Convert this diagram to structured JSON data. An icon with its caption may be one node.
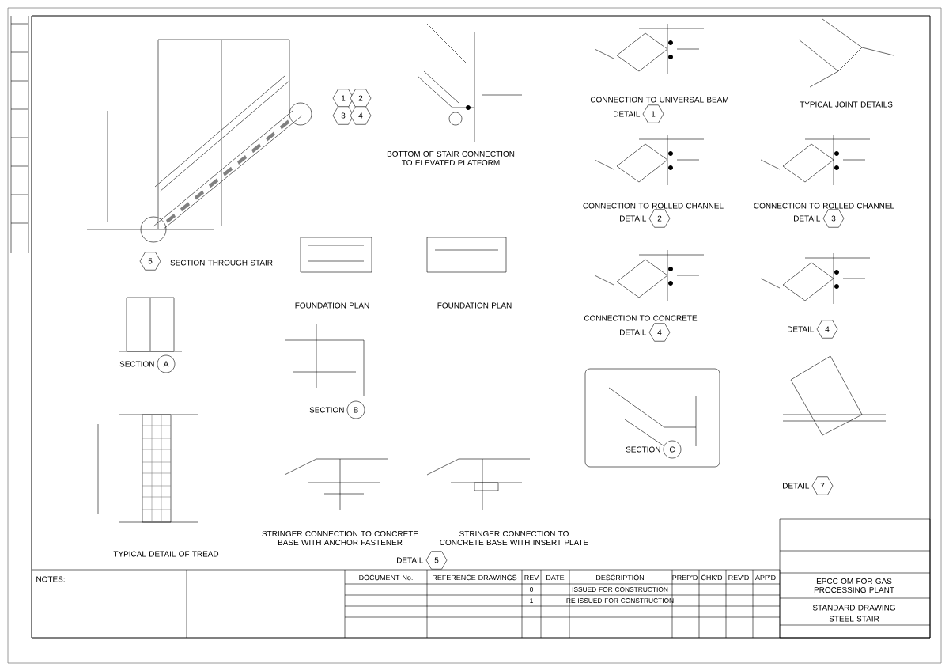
{
  "diagram": {
    "nodes": [
      {
        "text": [
          "1"
        ]
      },
      {
        "text": [
          "2"
        ]
      },
      {
        "text": [
          "3"
        ]
      },
      {
        "text": [
          "4"
        ]
      },
      {
        "text": [
          "5"
        ]
      },
      {
        "text": [
          "1"
        ],
        "beside": [
          "DETAIL"
        ]
      },
      {
        "text": [
          "2"
        ],
        "beside": [
          "DETAIL"
        ]
      },
      {
        "text": [
          "3"
        ],
        "beside": [
          "DETAIL"
        ]
      },
      {
        "text": [
          "A"
        ],
        "beside": [
          "SECTION"
        ]
      },
      {
        "text": [
          "B"
        ],
        "beside": [
          "SECTION"
        ]
      },
      {
        "text": [
          "4"
        ],
        "beside": [
          "DETAIL"
        ]
      },
      {
        "text": [
          "4"
        ],
        "beside": [
          "DETAIL"
        ]
      },
      {
        "text": [
          "C"
        ],
        "beside": [
          "SECTION"
        ]
      },
      {
        "text": [
          "7"
        ],
        "beside": [
          "DETAIL"
        ]
      },
      {
        "text": [
          "5"
        ],
        "beside": [
          "DETAIL"
        ]
      }
    ],
    "labels": [
      "SECTION THROUGH STAIR",
      "BOTTOM OF STAIR CONNECTION TO ELEVATED PLATFORM",
      "CONNECTION TO UNIVERSAL BEAM",
      "TYPICAL JOINT DETAILS",
      "CONNECTION TO ROLLED CHANNEL",
      "CONNECTION TO ROLLED CHANNEL",
      "FOUNDATION PLAN",
      "FOUNDATION PLAN",
      "CONNECTION TO CONCRETE",
      "TYPICAL DETAIL OF TREAD",
      "STRINGER CONNECTION TO CONCRETE BASE WITH ANCHOR FASTENER",
      "STRINGER CONNECTION TO CONCRETE BASE WITH INSERT PLATE",
      "NOTES:",
      "DOCUMENT No.",
      "REFERENCE DRAWINGS",
      "REV",
      "DATE",
      "DESCRIPTION",
      "PREP'D",
      "CHK'D",
      "REV'D",
      "APP'D",
      "0",
      "ISSUED FOR CONSTRUCTION",
      "1",
      "RE-ISSUED FOR CONSTRUCTION",
      "EPCC OM FOR GAS PROCESSING PLANT",
      "STANDARD DRAWING",
      "STEEL STAIR"
    ]
  }
}
